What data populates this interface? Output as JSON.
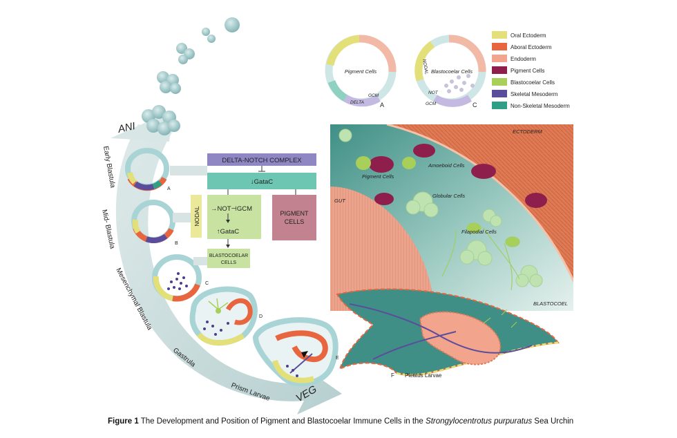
{
  "arrow": {
    "top": "ANI",
    "bottom": "VEG"
  },
  "stages": [
    {
      "label": "Early Blastula",
      "letter": "A"
    },
    {
      "label": "Mid- Blastula",
      "letter": "B"
    },
    {
      "label": "Mesenchymal Blastula",
      "letter": "C"
    },
    {
      "label": "Gastrula",
      "letter": "D"
    },
    {
      "label": "Prism Larvae",
      "letter": "E"
    }
  ],
  "flow": {
    "delta_notch": "DELTA-NOTCH COMPLEX",
    "gatac_down": "↓GataC",
    "nodal": "NODAL",
    "not_gcm": "→NOT⊣GCM",
    "gatac_up": "↑GataC",
    "pigment": [
      "PIGMENT",
      "CELLS"
    ],
    "blastocoelar": [
      "BLASTOCOELAR",
      "CELLS"
    ]
  },
  "inset_a": {
    "label": "Pigment Cells",
    "delta": "DELTA",
    "gcm": "GCM",
    "letter": "A"
  },
  "inset_c": {
    "label": "Blastocoelar Cells",
    "nodal": "NODAL",
    "not": "NOT",
    "gcm": "GCM",
    "letter": "C"
  },
  "legend": [
    {
      "label": "Oral Ectoderm",
      "color": "#e3e07a"
    },
    {
      "label": "Aboral Ectoderm",
      "color": "#e8663f"
    },
    {
      "label": "Endoderm",
      "color": "#f2a48c"
    },
    {
      "label": "Pigment Cells",
      "color": "#8e1f4c"
    },
    {
      "label": "Blastocoelar Cells",
      "color": "#a8cf5a"
    },
    {
      "label": "Skeletal Mesoderm",
      "color": "#5a4d9c"
    },
    {
      "label": "Non-Skeletal Mesoderm",
      "color": "#2f9f86"
    }
  ],
  "detail": {
    "ectoderm": "ECTODERM",
    "gut": "GUT",
    "blastocoel": "BLASTOCOEL",
    "pigment_cells": "Pigment Cells",
    "amoeboid": "Amoeboid Cells",
    "globular": "Globular Cells",
    "filapodial": "Filapodial Cells"
  },
  "pluteus": {
    "letter": "F",
    "label": "Pleutus Larvae"
  },
  "caption": {
    "bold": "Figure 1",
    "text1": " The Development and Position of Pigment and Blastocoelar Immune Cells in the ",
    "italic": "Strongylocentrotus purpuratus",
    "text2": " Sea Urchin"
  }
}
